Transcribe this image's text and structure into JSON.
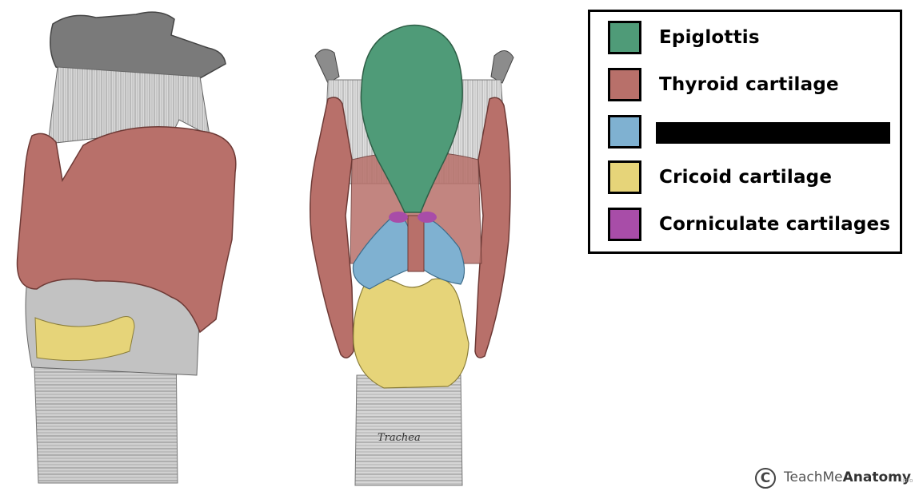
{
  "legend": {
    "items": [
      {
        "label": "Epiglottis",
        "color": "#4f9b78"
      },
      {
        "label": "Thyroid cartilage",
        "color": "#b8706a"
      },
      {
        "label": "",
        "color": "#7fb1d1",
        "redacted": true
      },
      {
        "label": "Cricoid cartilage",
        "color": "#e6d479"
      },
      {
        "label": "Corniculate cartilages",
        "color": "#a84da8"
      }
    ]
  },
  "diagram": {
    "trachea_label": "Trachea"
  },
  "brand": {
    "icon_letter": "C",
    "name_regular": "TeachMe",
    "name_bold": "Anatomy",
    "tld": ".info"
  },
  "colors": {
    "epiglottis": "#4f9b78",
    "thyroid": "#b8706a",
    "arytenoid": "#7fb1d1",
    "cricoid": "#e6d479",
    "corniculate": "#a84da8",
    "tissue_gray": "#bdbdbd"
  }
}
